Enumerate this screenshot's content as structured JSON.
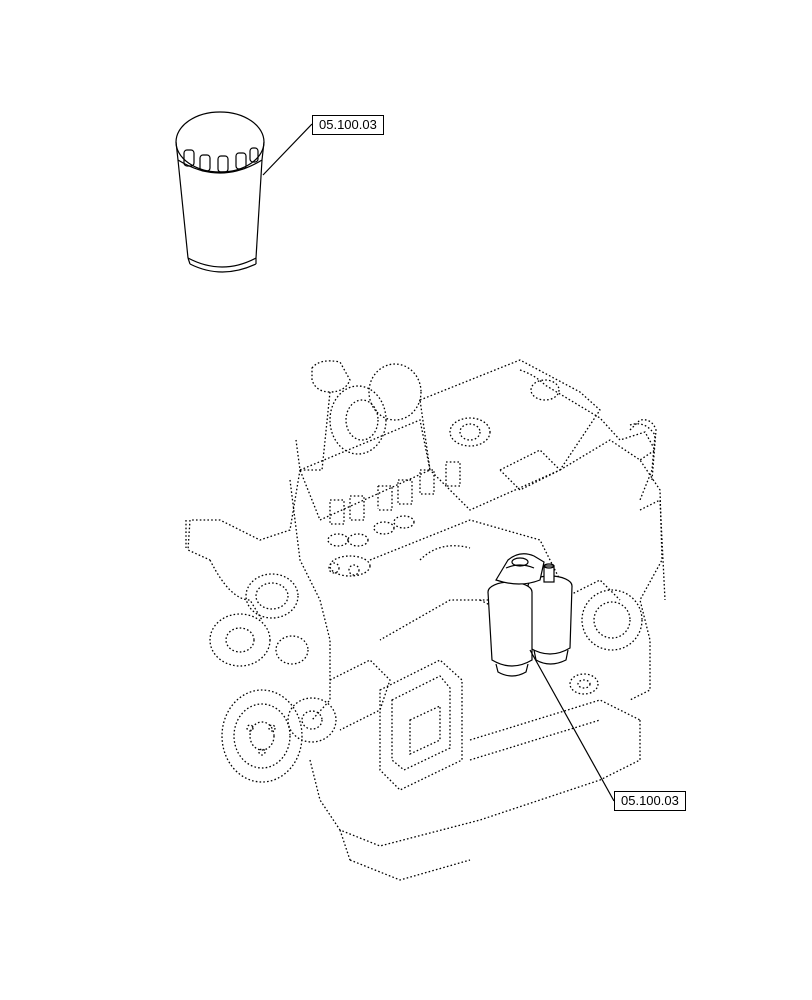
{
  "callouts": [
    {
      "id": "filter-part",
      "label": "05.100.03"
    },
    {
      "id": "engine-filter-assembly",
      "label": "05.100.03"
    }
  ]
}
